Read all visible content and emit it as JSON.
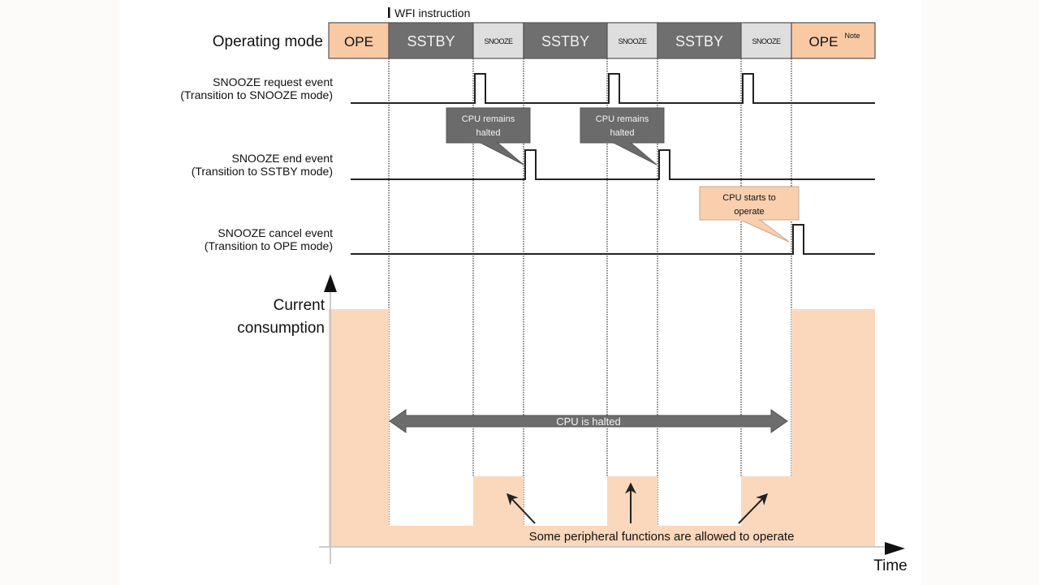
{
  "diagram": {
    "title_annotation": "WFI instruction",
    "operating_mode_label": "Operating mode",
    "modes": [
      {
        "label": "OPE",
        "kind": "ope"
      },
      {
        "label": "SSTBY",
        "kind": "sstby"
      },
      {
        "label": "SNOOZE",
        "kind": "snooze"
      },
      {
        "label": "SSTBY",
        "kind": "sstby"
      },
      {
        "label": "SNOOZE",
        "kind": "snooze"
      },
      {
        "label": "SSTBY",
        "kind": "sstby"
      },
      {
        "label": "SNOOZE",
        "kind": "snooze"
      },
      {
        "label": "OPE",
        "kind": "ope",
        "superscript": "Note"
      }
    ],
    "signals": [
      {
        "name": "SNOOZE request event",
        "sub": "(Transition to SNOOZE mode)",
        "pulses_at_mode_start": [
          2,
          4,
          6
        ]
      },
      {
        "name": "SNOOZE end event",
        "sub": "(Transition to SSTBY mode)",
        "pulses_at_mode_start": [
          3,
          5
        ]
      },
      {
        "name": "SNOOZE cancel event",
        "sub": "(Transition to OPE mode)",
        "pulses_at_mode_start": [
          7
        ]
      }
    ],
    "callouts": [
      {
        "line1": "CPU remains",
        "line2": "halted",
        "style": "dark"
      },
      {
        "line1": "CPU remains",
        "line2": "halted",
        "style": "dark"
      },
      {
        "line1": "CPU starts to",
        "line2": "operate",
        "style": "light"
      }
    ],
    "current": {
      "ylabel_line1": "Current",
      "ylabel_line2": "consumption",
      "xlabel": "Time",
      "levels": {
        "ope": "high",
        "sstby": "low",
        "snooze": "medium"
      },
      "halted_arrow_label": "CPU is halted",
      "peripheral_note": "Some peripheral functions are allowed to operate"
    },
    "colors": {
      "ope": "#f9c9a4",
      "sstby": "#6f6f6f",
      "snooze": "#dedede",
      "current_fill": "#fbd8bc",
      "callout_dark": "#6b6b6b",
      "callout_light": "#f9cfae",
      "background": "#fdfafa"
    }
  }
}
